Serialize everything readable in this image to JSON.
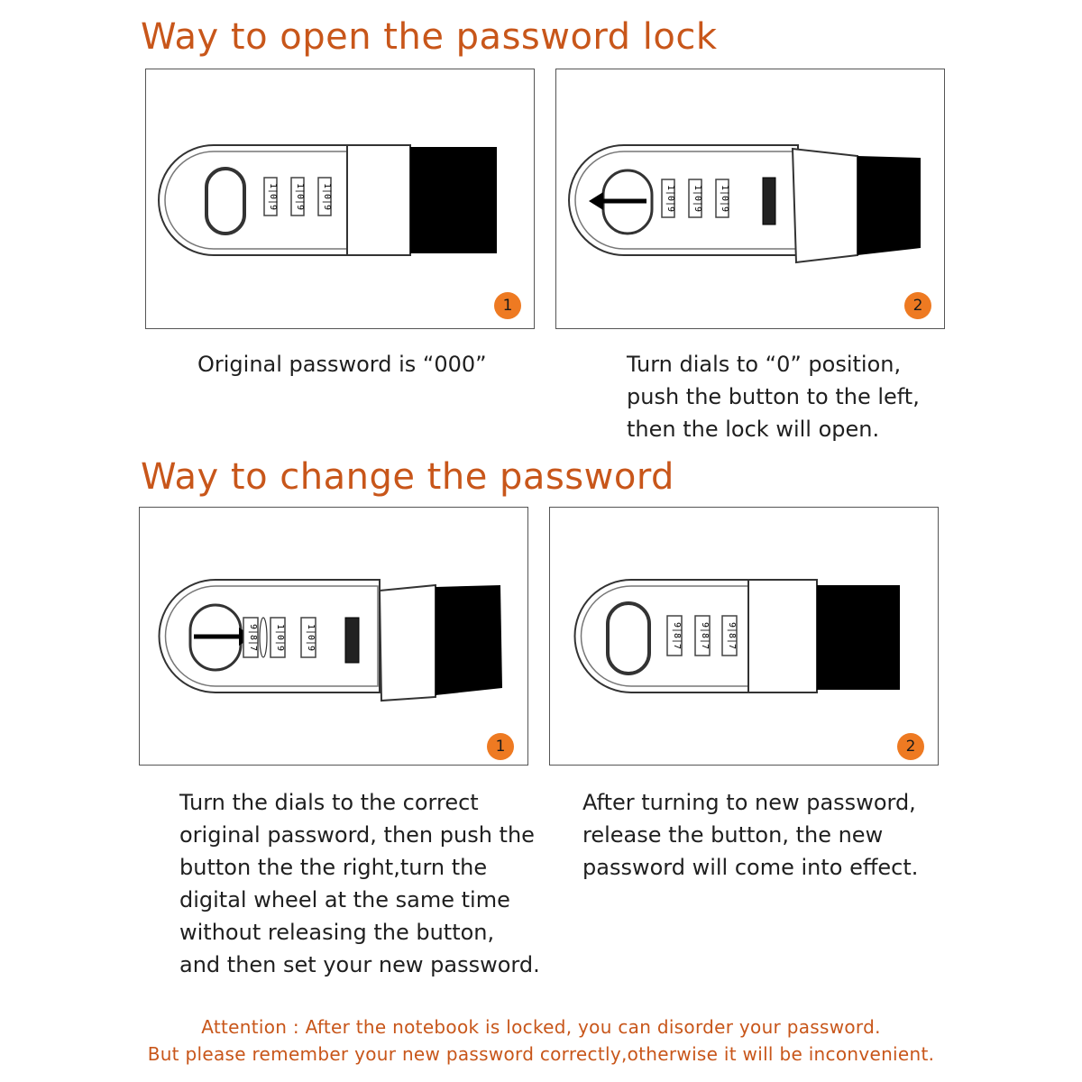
{
  "colors": {
    "accent": "#c8561a",
    "badge": "#ee7a22",
    "strap": "#000000"
  },
  "sections": {
    "open": {
      "heading": "Way to open the password lock",
      "panels": [
        {
          "badge": "1",
          "caption": [
            "Original password is “000”"
          ]
        },
        {
          "badge": "2",
          "caption": [
            "Turn dials to “0” position,",
            "push the button to the left,",
            "then the lock will open."
          ]
        }
      ]
    },
    "change": {
      "heading": "Way to change the password",
      "panels": [
        {
          "badge": "1",
          "caption": [
            "Turn the dials to the correct",
            "original password, then push the",
            "button the the right,turn the",
            "digital wheel at the same time",
            "without releasing the button,",
            "and then set your new password."
          ]
        },
        {
          "badge": "2",
          "caption": [
            "After turning to new password,",
            "release the button, the new",
            "password will come into effect."
          ]
        }
      ]
    }
  },
  "dials": {
    "zero": "1|0|9",
    "new": "9|8|7"
  },
  "attention": [
    "Attention : After the notebook is locked, you can disorder your password.",
    "But please remember your new password correctly,otherwise it will be inconvenient."
  ]
}
